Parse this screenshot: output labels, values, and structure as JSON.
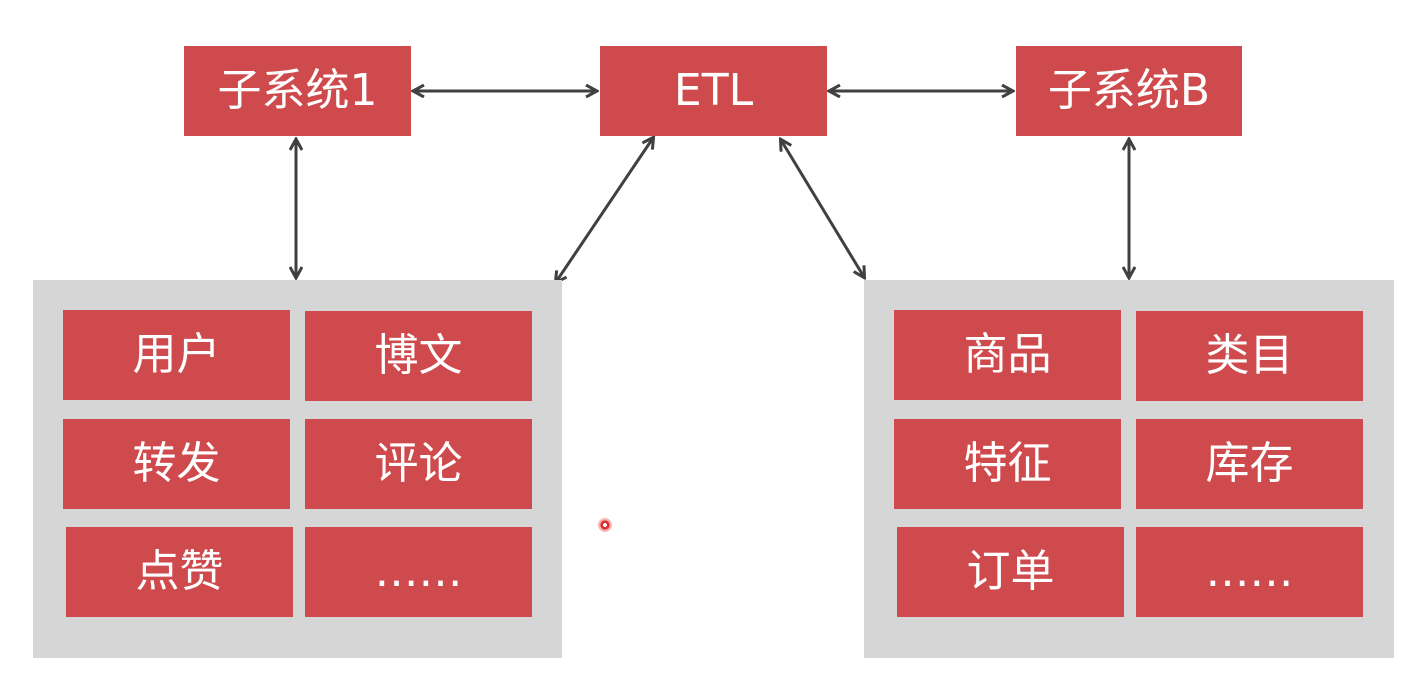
{
  "diagram": {
    "nodes": {
      "subsystem_1": "子系统1",
      "etl": "ETL",
      "subsystem_b": "子系统B"
    },
    "left_group": {
      "items": [
        "用户",
        "博文",
        "转发",
        "评论",
        "点赞",
        "……"
      ]
    },
    "right_group": {
      "items": [
        "商品",
        "类目",
        "特征",
        "库存",
        "订单",
        "……"
      ]
    }
  },
  "colors": {
    "node_fill": "#cf4a4c",
    "panel_fill": "#d6d6d6",
    "arrow": "#404040",
    "text": "#ffffff"
  }
}
